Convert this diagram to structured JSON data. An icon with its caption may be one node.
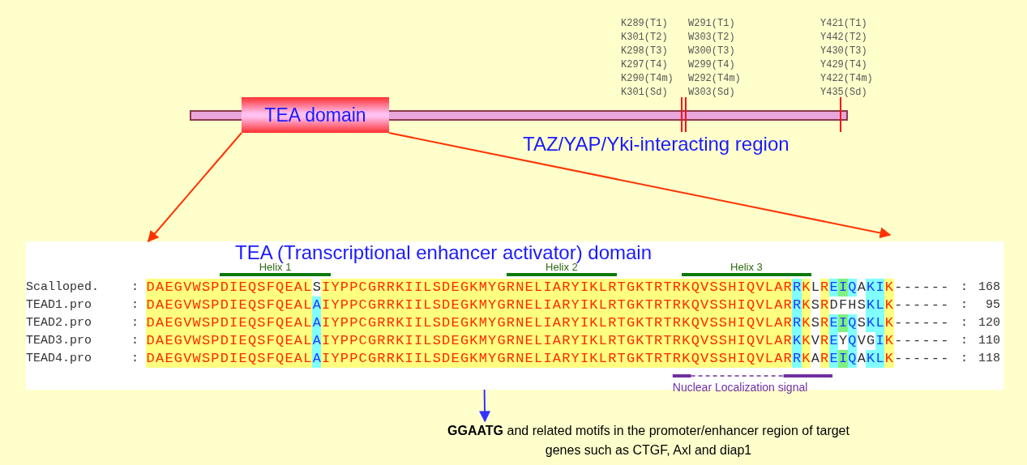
{
  "diagram": {
    "nodes": [
      {
        "text": [
          "TEA domain"
        ]
      },
      {
        "text": [
          "TEA (Transcriptional enhancer activator) domain"
        ]
      },
      {
        "text": [
          "**GGAATG** and related motifs in the promoter/enhancer region of target genes such as CTGF, Axl and diap1"
        ]
      }
    ],
    "edges": [
      {
        "from": 0,
        "to": 1,
        "arrow": "to"
      },
      {
        "from": 0,
        "to": 1,
        "arrow": "to"
      },
      {
        "from": 1,
        "to": 2,
        "arrow": "to",
        "color": "#3333ff"
      }
    ],
    "labels": [
      "K289(T1)",
      "W291(T1)",
      "Y421(T1)",
      "K301(T2)",
      "W303(T2)",
      "Y442(T2)",
      "K298(T3)",
      "W300(T3)",
      "Y430(T3)",
      "K297(T4)",
      "W299(T4)",
      "Y429(T4)",
      "K290(T4m)",
      "W292(T4m)",
      "Y422(T4m)",
      "K301(Sd)",
      "W303(Sd)",
      "Y435(Sd)",
      "TAZ/YAP/Yki-interacting region",
      "Helix 1",
      "Helix 2",
      "Helix 3",
      "Scalloped.",
      ":",
      "DAEGVWSPDIEQSFQEALSIYPPCGRRKIILSDEGKMYGRNELIARYIKLRTGKTRTRKQVSSHIQVLARRKLREIQAKIK------",
      ":",
      "168",
      "TEAD1.pro",
      ":",
      "DAEGVWSPDIEQSFQEALAIYPPCGRRKIILSDEGKMYGRNELIARYIKLRTGKTRTRKQVSSHIQVLARRKSRDFHSKLK------",
      ":",
      "95",
      "TEAD2.pro",
      ":",
      "DAEGVWSPDIEQSFQEALAIYPPCGRRKIILSDEGKMYGRNELIARYIKLRTGKTRTRKQVSSHIQVLARRKSREIQSKLK------",
      ":",
      "120",
      "TEAD3.pro",
      ":",
      "DAEGVWSPDIEQSFQEALAIYPPCGRRKIILSDEGKMYGRNELIARYIKLRTGKTRTRKQVSSHIQVLARKKVREYQVGIK------",
      ":",
      "110",
      "TEAD4.pro",
      ":",
      "DAEGVWSPDIEQSFQEALAIYPPCGRRKIILSDEGKMYGRNELIARYIKLRTGKTRTRKQVSSHIQVLARRKAREIQAKLK------",
      ":",
      "118",
      "Nuclear Localization signal"
    ]
  }
}
